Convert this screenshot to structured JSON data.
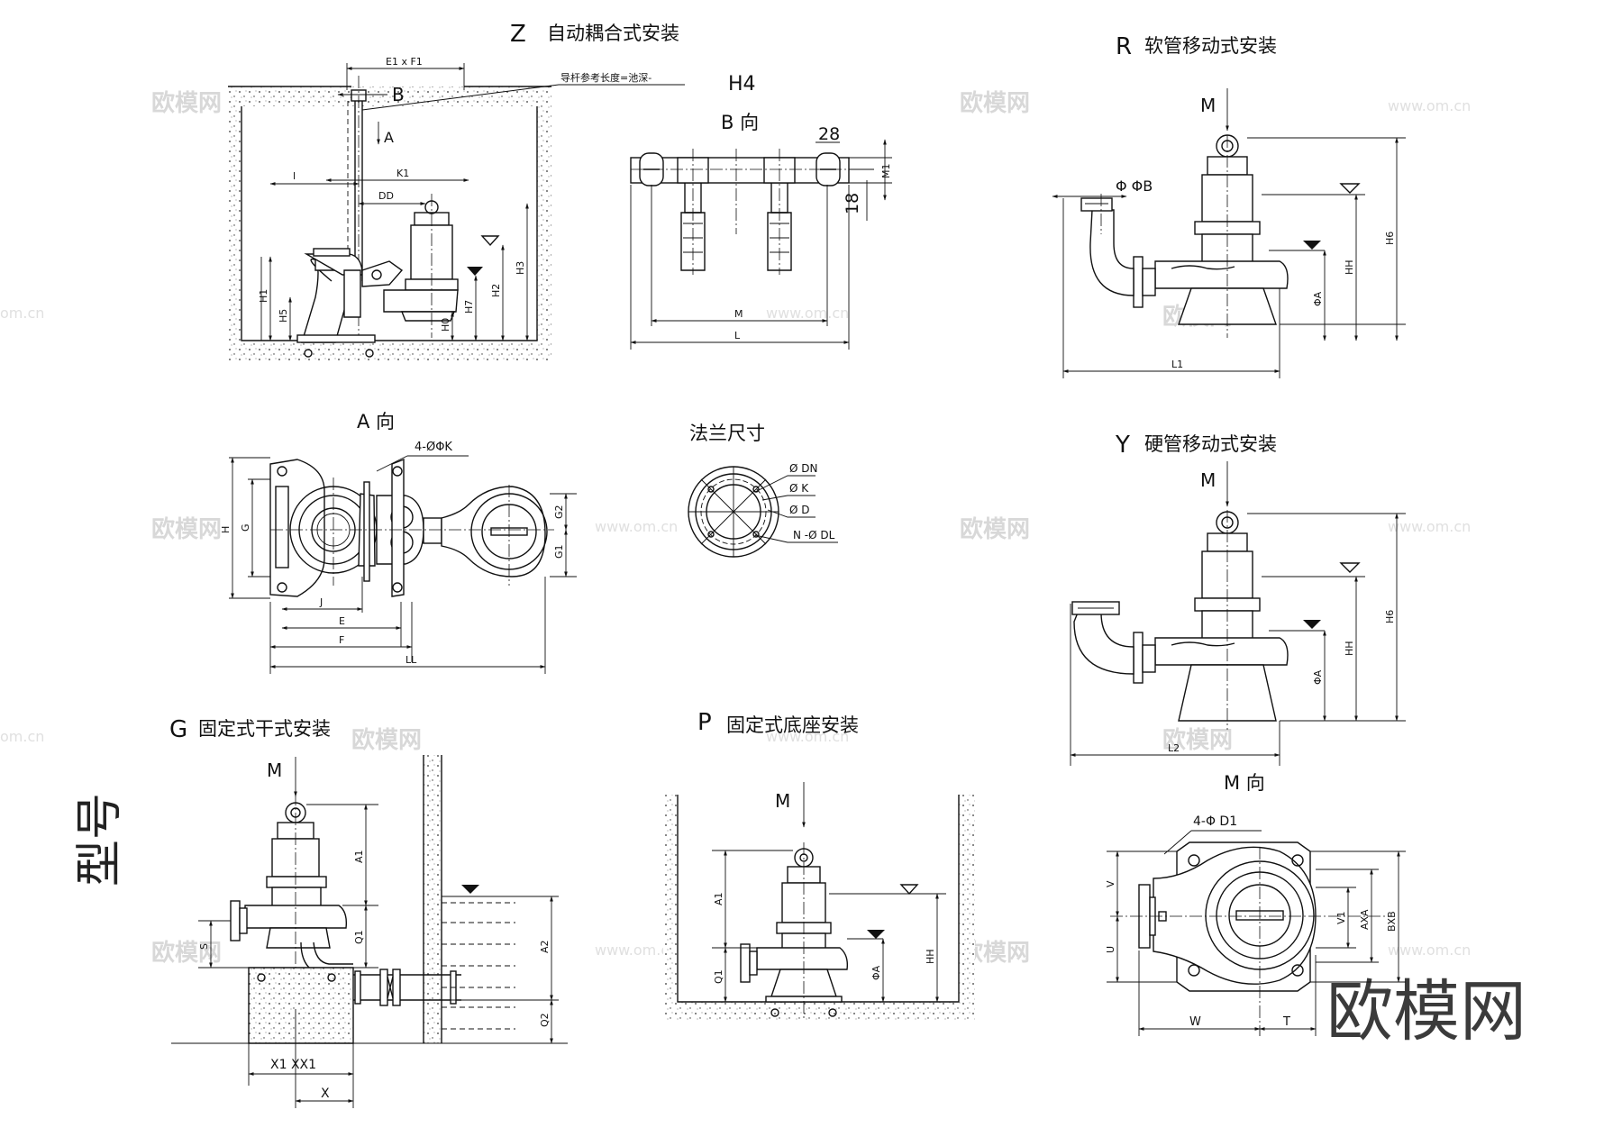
{
  "views": {
    "z": {
      "letter": "Z",
      "title": "自动耦合式安装",
      "note": "导杆参考长度=池深-",
      "note_code": "H4"
    },
    "b": {
      "title": "B  向",
      "dim_28": "28",
      "dim_18": "18"
    },
    "r": {
      "letter": "R",
      "title": "软管移动式安装"
    },
    "a": {
      "title": "A 向",
      "hole": "4-ØΦK"
    },
    "flange": {
      "title": "法兰尺寸",
      "dn": "Ø DN",
      "k": "Ø K",
      "d": "Ø D",
      "dl": "N -Ø DL"
    },
    "y": {
      "letter": "Y",
      "title": "硬管移动式安装"
    },
    "g": {
      "letter": "G",
      "title": "固定式干式安装"
    },
    "p": {
      "letter": "P",
      "title": "固定式底座安装"
    },
    "m": {
      "title": "M 向",
      "hole": "4-Φ D1"
    }
  },
  "side_label": "型号",
  "labels": {
    "e1f1": "E1 x F1",
    "b": "B",
    "a": "A",
    "l": "l",
    "k1": "K1",
    "dd": "DD",
    "h1": "H1",
    "h5": "H5",
    "h0": "H0",
    "h7": "H7",
    "h2": "H2",
    "h3": "H3",
    "m": "M",
    "l_big": "L",
    "m1": "M1",
    "phib": "Φ ΦB",
    "phia": "ΦA",
    "hh": "HH",
    "h6": "H6",
    "l1": "L1",
    "l2": "L2",
    "h": "H",
    "g": "G",
    "j": "J",
    "e": "E",
    "f": "F",
    "ll": "LL",
    "g1": "G1",
    "g2": "G2",
    "a1": "A1",
    "q1": "Q1",
    "s": "S",
    "a2": "A2",
    "q2": "Q2",
    "x1xx1": "X1 XX1",
    "x": "X",
    "v": "V",
    "u": "U",
    "v1": "V1",
    "axa": "AXA",
    "bxb": "BXB",
    "w": "W",
    "t": "T"
  },
  "watermark": {
    "cn": "欧模网",
    "url": "www.om.cn",
    "url_short": "om.cn"
  }
}
